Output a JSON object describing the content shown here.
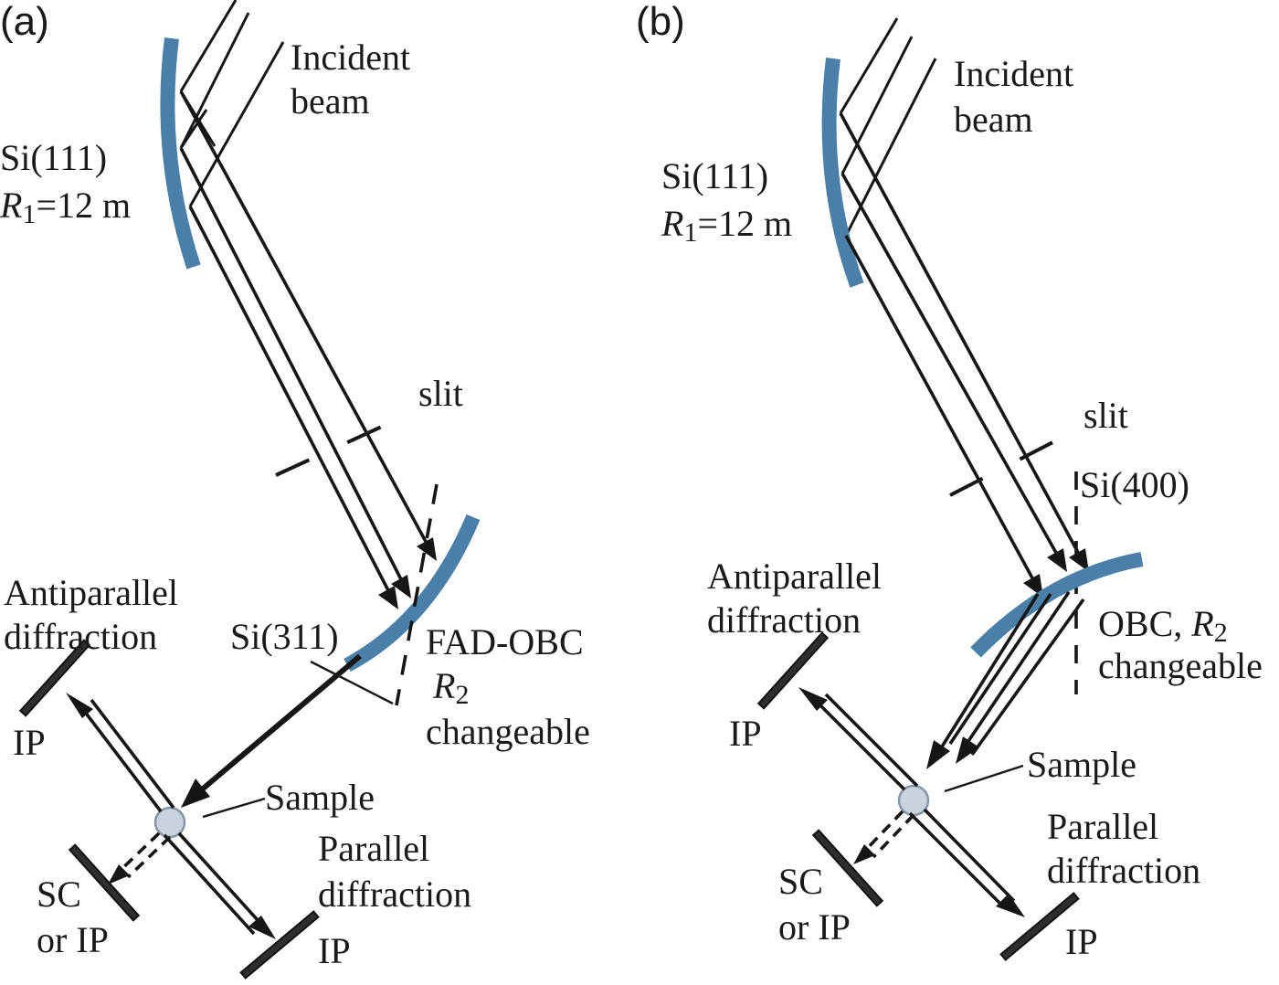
{
  "panel_a": {
    "panel_label": "(a)",
    "incident_line1": "Incident",
    "incident_line2": "beam",
    "si111_line1": "Si(111)",
    "si111_r_symbol": "R",
    "si111_r_sub": "1",
    "si111_r_value": "=12 m",
    "slit": "slit",
    "si311": "Si(311)",
    "fad_obc": "FAD-OBC",
    "r2_symbol": "R",
    "r2_sub": "2",
    "changeable": "changeable",
    "antiparallel_line1": "Antiparallel",
    "antiparallel_line2": "diffraction",
    "ip_left": "IP",
    "sample": "Sample",
    "parallel_line1": "Parallel",
    "parallel_line2": "diffraction",
    "ip_right": "IP",
    "sc_line1": "SC",
    "sc_line2": "or IP"
  },
  "panel_b": {
    "panel_label": "(b)",
    "incident_line1": "Incident",
    "incident_line2": "beam",
    "si111_line1": "Si(111)",
    "si111_r_symbol": "R",
    "si111_r_sub": "1",
    "si111_r_value": "=12 m",
    "slit": "slit",
    "si400": "Si(400)",
    "obc_prefix": "OBC, ",
    "r2_symbol": "R",
    "r2_sub": "2",
    "changeable": "changeable",
    "antiparallel_line1": "Antiparallel",
    "antiparallel_line2": "diffraction",
    "ip_left": "IP",
    "sample": "Sample",
    "parallel_line1": "Parallel",
    "parallel_line2": "diffraction",
    "ip_right": "IP",
    "sc_line1": "SC",
    "sc_line2": "or IP"
  },
  "colors": {
    "crystal": "#4a7fa7",
    "sample": "#c9d3de",
    "ink": "#161616"
  }
}
